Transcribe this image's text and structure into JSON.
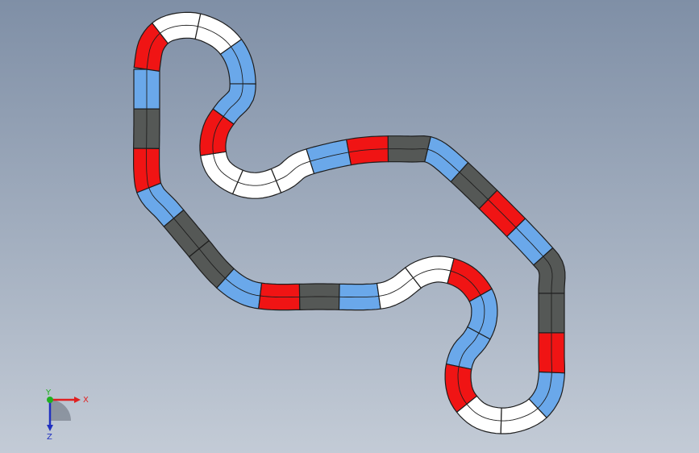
{
  "viewport": {
    "background_top": "#7f8fa6",
    "background_bottom": "#c3cbd6"
  },
  "track": {
    "colors": {
      "white": "#ffffff",
      "red": "#f01414",
      "blue": "#6aa8ea",
      "dark": "#555856",
      "outline": "#1e1e1e"
    },
    "segment_pattern": [
      "blue",
      "dark",
      "red",
      "blue",
      "dark",
      "dark",
      "blue",
      "red",
      "dark",
      "blue",
      "white",
      "white",
      "red",
      "blue",
      "blue",
      "red",
      "white",
      "white",
      "blue",
      "red",
      "dark",
      "dark",
      "blue",
      "red",
      "dark",
      "blue",
      "dark",
      "red",
      "blue",
      "white",
      "white",
      "white",
      "red",
      "blue",
      "blue",
      "white",
      "white",
      "red"
    ]
  },
  "triad": {
    "x_label": "X",
    "y_label": "Y",
    "z_label": "Z",
    "x_color": "#e02020",
    "y_color": "#20b020",
    "z_color": "#2030c0"
  }
}
